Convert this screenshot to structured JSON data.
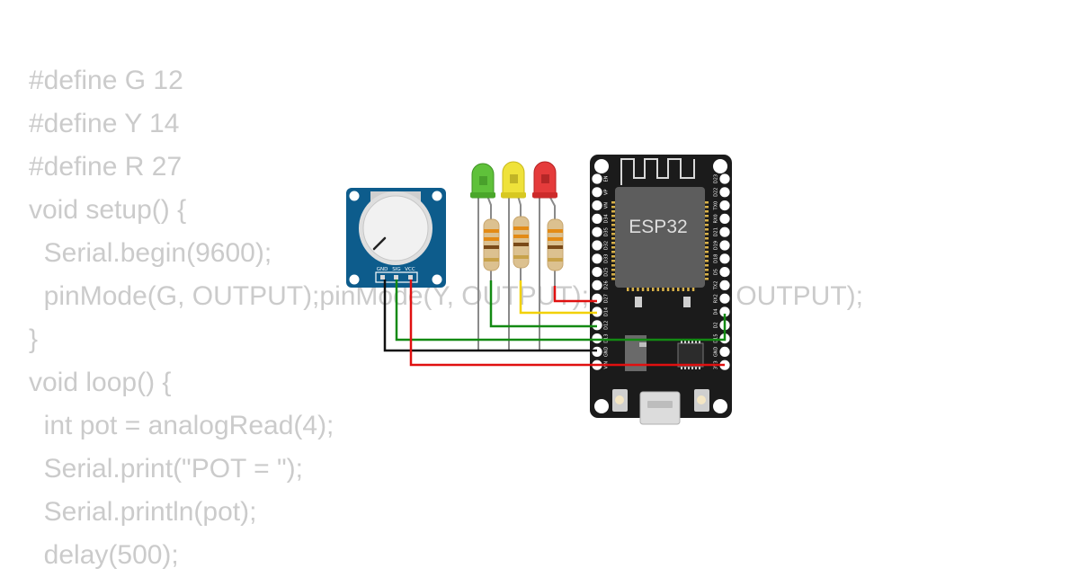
{
  "code_lines": [
    "#define G 12",
    "#define Y 14",
    "#define R 27",
    "void setup() {",
    "  Serial.begin(9600);",
    "  pinMode(G, OUTPUT);pinMode(Y, OUTPUT);pinMode(R, OUTPUT);",
    "}",
    "void loop() {",
    "  int pot = analogRead(4);",
    "  Serial.print(\"POT = \");",
    "  Serial.println(pot);",
    "  delay(500);"
  ],
  "potentiometer": {
    "pin_labels": [
      "GND",
      "SIG",
      "VCC"
    ]
  },
  "leds": [
    {
      "color_name": "green",
      "color": "#5fc13a"
    },
    {
      "color_name": "yellow",
      "color": "#efe23a"
    },
    {
      "color_name": "red",
      "color": "#e53b3b"
    }
  ],
  "esp32": {
    "label": "ESP32",
    "left_pins": [
      "EN",
      "VP",
      "VN",
      "D34",
      "D35",
      "D32",
      "D33",
      "D25",
      "D26",
      "D27",
      "D14",
      "D12",
      "D13",
      "GND",
      "VIN"
    ],
    "right_pins": [
      "D23",
      "D22",
      "TX0",
      "RX0",
      "D21",
      "D19",
      "D18",
      "D5",
      "TX2",
      "RX2",
      "D4",
      "D2",
      "D15",
      "GND",
      "3V3"
    ]
  },
  "wire_colors": {
    "red": "#e01010",
    "yellow": "#f2d100",
    "green": "#138a13",
    "black": "#111111"
  }
}
